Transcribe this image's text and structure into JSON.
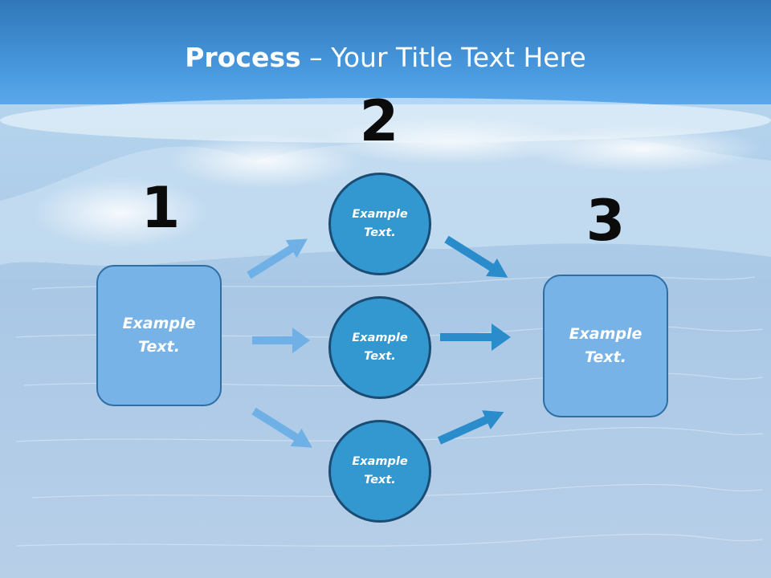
{
  "title": {
    "bold": "Process",
    "rest": " – Your Title Text Here"
  },
  "steps": {
    "one": {
      "number": "1",
      "box_line1": "Example",
      "box_line2": "Text."
    },
    "two": {
      "number": "2",
      "circles": [
        {
          "line1": "Example",
          "line2": "Text."
        },
        {
          "line1": "Example",
          "line2": "Text."
        },
        {
          "line1": "Example",
          "line2": "Text."
        }
      ]
    },
    "three": {
      "number": "3",
      "box_line1": "Example",
      "box_line2": "Text."
    }
  },
  "colors": {
    "title_band": "#3d8fd4",
    "box_fill": "#78b3e8",
    "circle_fill": "#3398cf",
    "arrow_light": "#6fb0e6",
    "arrow_dark": "#2b8ccc"
  }
}
